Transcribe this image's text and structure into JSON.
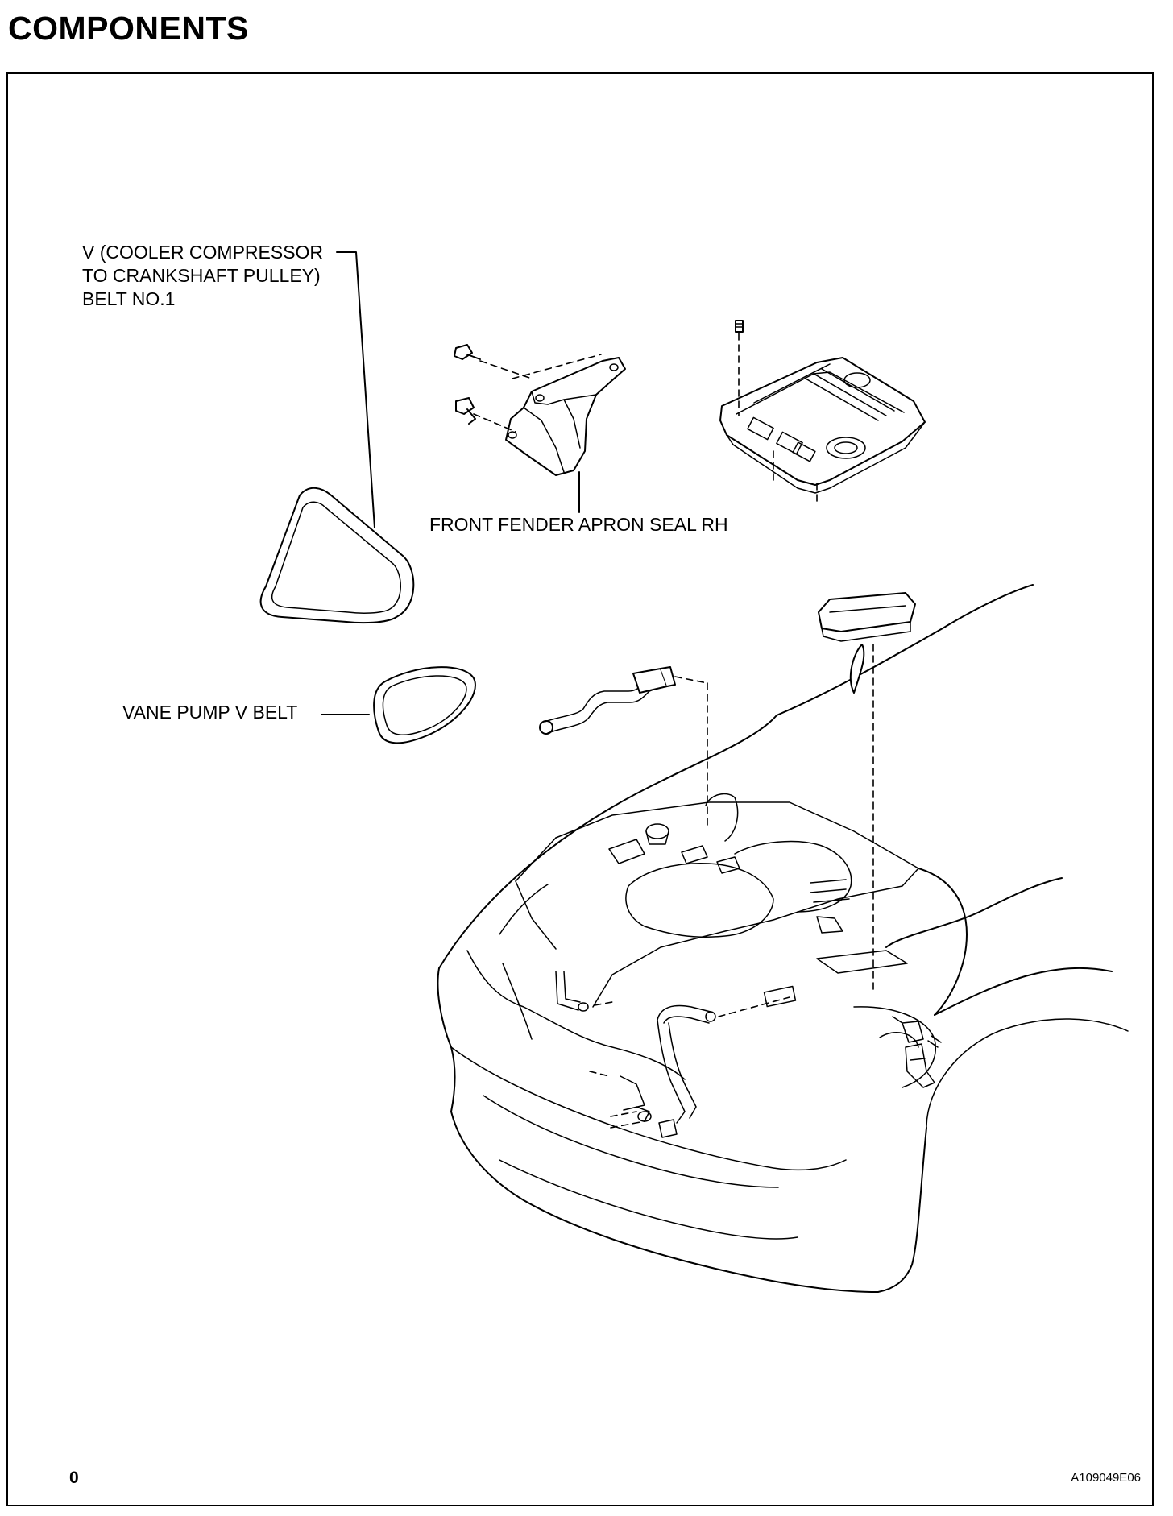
{
  "page": {
    "heading": "COMPONENTS",
    "page_number": "0",
    "figure_code": "A109049E06"
  },
  "callouts": {
    "cooler_belt": "V (COOLER COMPRESSOR\nTO CRANKSHAFT PULLEY)\nBELT NO.1",
    "apron_seal": "FRONT FENDER APRON SEAL RH",
    "vane_belt": "VANE PUMP V BELT"
  },
  "icons": {
    "cooler_belt": "triangular-belt-icon",
    "vane_belt": "oval-belt-icon",
    "apron_seal": "apron-seal-icon",
    "engine_cover": "engine-cover-icon",
    "clip": "clip-icon",
    "relay_block": "relay-block-icon",
    "hose": "hose-icon",
    "vehicle": "vehicle-front-icon"
  },
  "colors": {
    "ink": "#000000",
    "paper": "#ffffff"
  }
}
